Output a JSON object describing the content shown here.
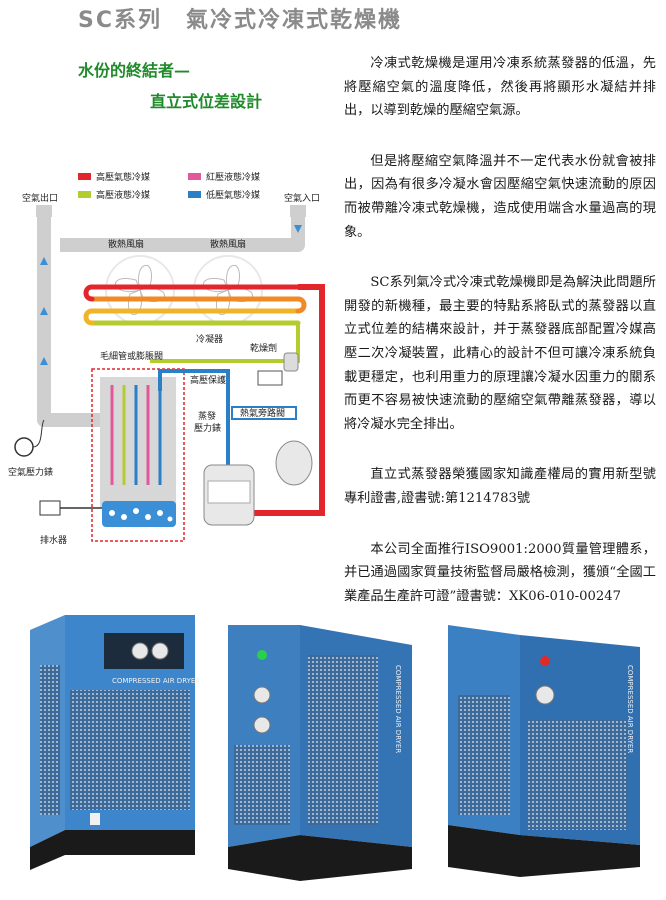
{
  "header": {
    "title": "SC系列　氣冷式冷凍式乾燥機",
    "subtitle_line1": "水份的終結者—",
    "subtitle_line2": "直立式位差設計"
  },
  "body_paragraphs": [
    "冷凍式乾燥機是運用冷凍系統蒸發器的低溫，先將壓縮空氣的溫度降低，然後再將顯形水凝結并排出，以導到乾燥的壓縮空氣源。",
    "但是將壓縮空氣降溫并不一定代表水份就會被排出，因為有很多冷凝水會因壓縮空氣快速流動的原因而被帶離冷凍式乾燥機，造成使用端含水量過高的現象。",
    "SC系列氣冷式冷凍式乾燥機即是為解決此問題所開發的新機種，最主要的特點系將臥式的蒸發器以直立式位差的結構來設計，并于蒸發器底部配置冷媒高壓二次冷凝裝置，此精心的設計不但可讓冷凍系統負載更穩定，也利用重力的原理讓冷凝水因重力的關系而更不容易被快速流動的壓縮空氣帶離蒸發器，導以將冷凝水完全排出。",
    "直立式蒸發器榮獲國家知識產權局的實用新型號專利證書,證書號:第1214783號",
    "本公司全面推行ISO9001:2000質量管理體系，并已通過國家質量技術監督局嚴格檢測，獲頒“全國工業產品生產許可證”證書號：XK06-010-00247"
  ],
  "diagram": {
    "legend": [
      {
        "label": "高壓氣態冷媒",
        "color": "#e3262b"
      },
      {
        "label": "紅壓液態冷媒",
        "color": "#e2589a"
      },
      {
        "label": "高壓液態冷媒",
        "color": "#b5cc2e"
      },
      {
        "label": "低壓氣態冷媒",
        "color": "#2a7fc6"
      }
    ],
    "labels": {
      "air_outlet": "空氣出口",
      "air_inlet": "空氣入口",
      "fan1": "散熱風扇",
      "fan2": "散熱風扇",
      "condenser": "冷凝器",
      "dryer_filter": "乾燥劑",
      "capillary": "毛細管或膨脹閥",
      "high_pressure_switch": "高壓保護",
      "low_pressure_gauge_l1": "蒸發",
      "low_pressure_gauge_l2": "壓力錶",
      "hot_gas_valve": "熱氣旁路閥",
      "air_pressure_gauge": "空氣壓力錶",
      "drain": "排水器"
    }
  },
  "products": {
    "panel_text": "COMPRESSED AIR DRYER",
    "side_text": "COMPRESSED AIR DRYER"
  }
}
